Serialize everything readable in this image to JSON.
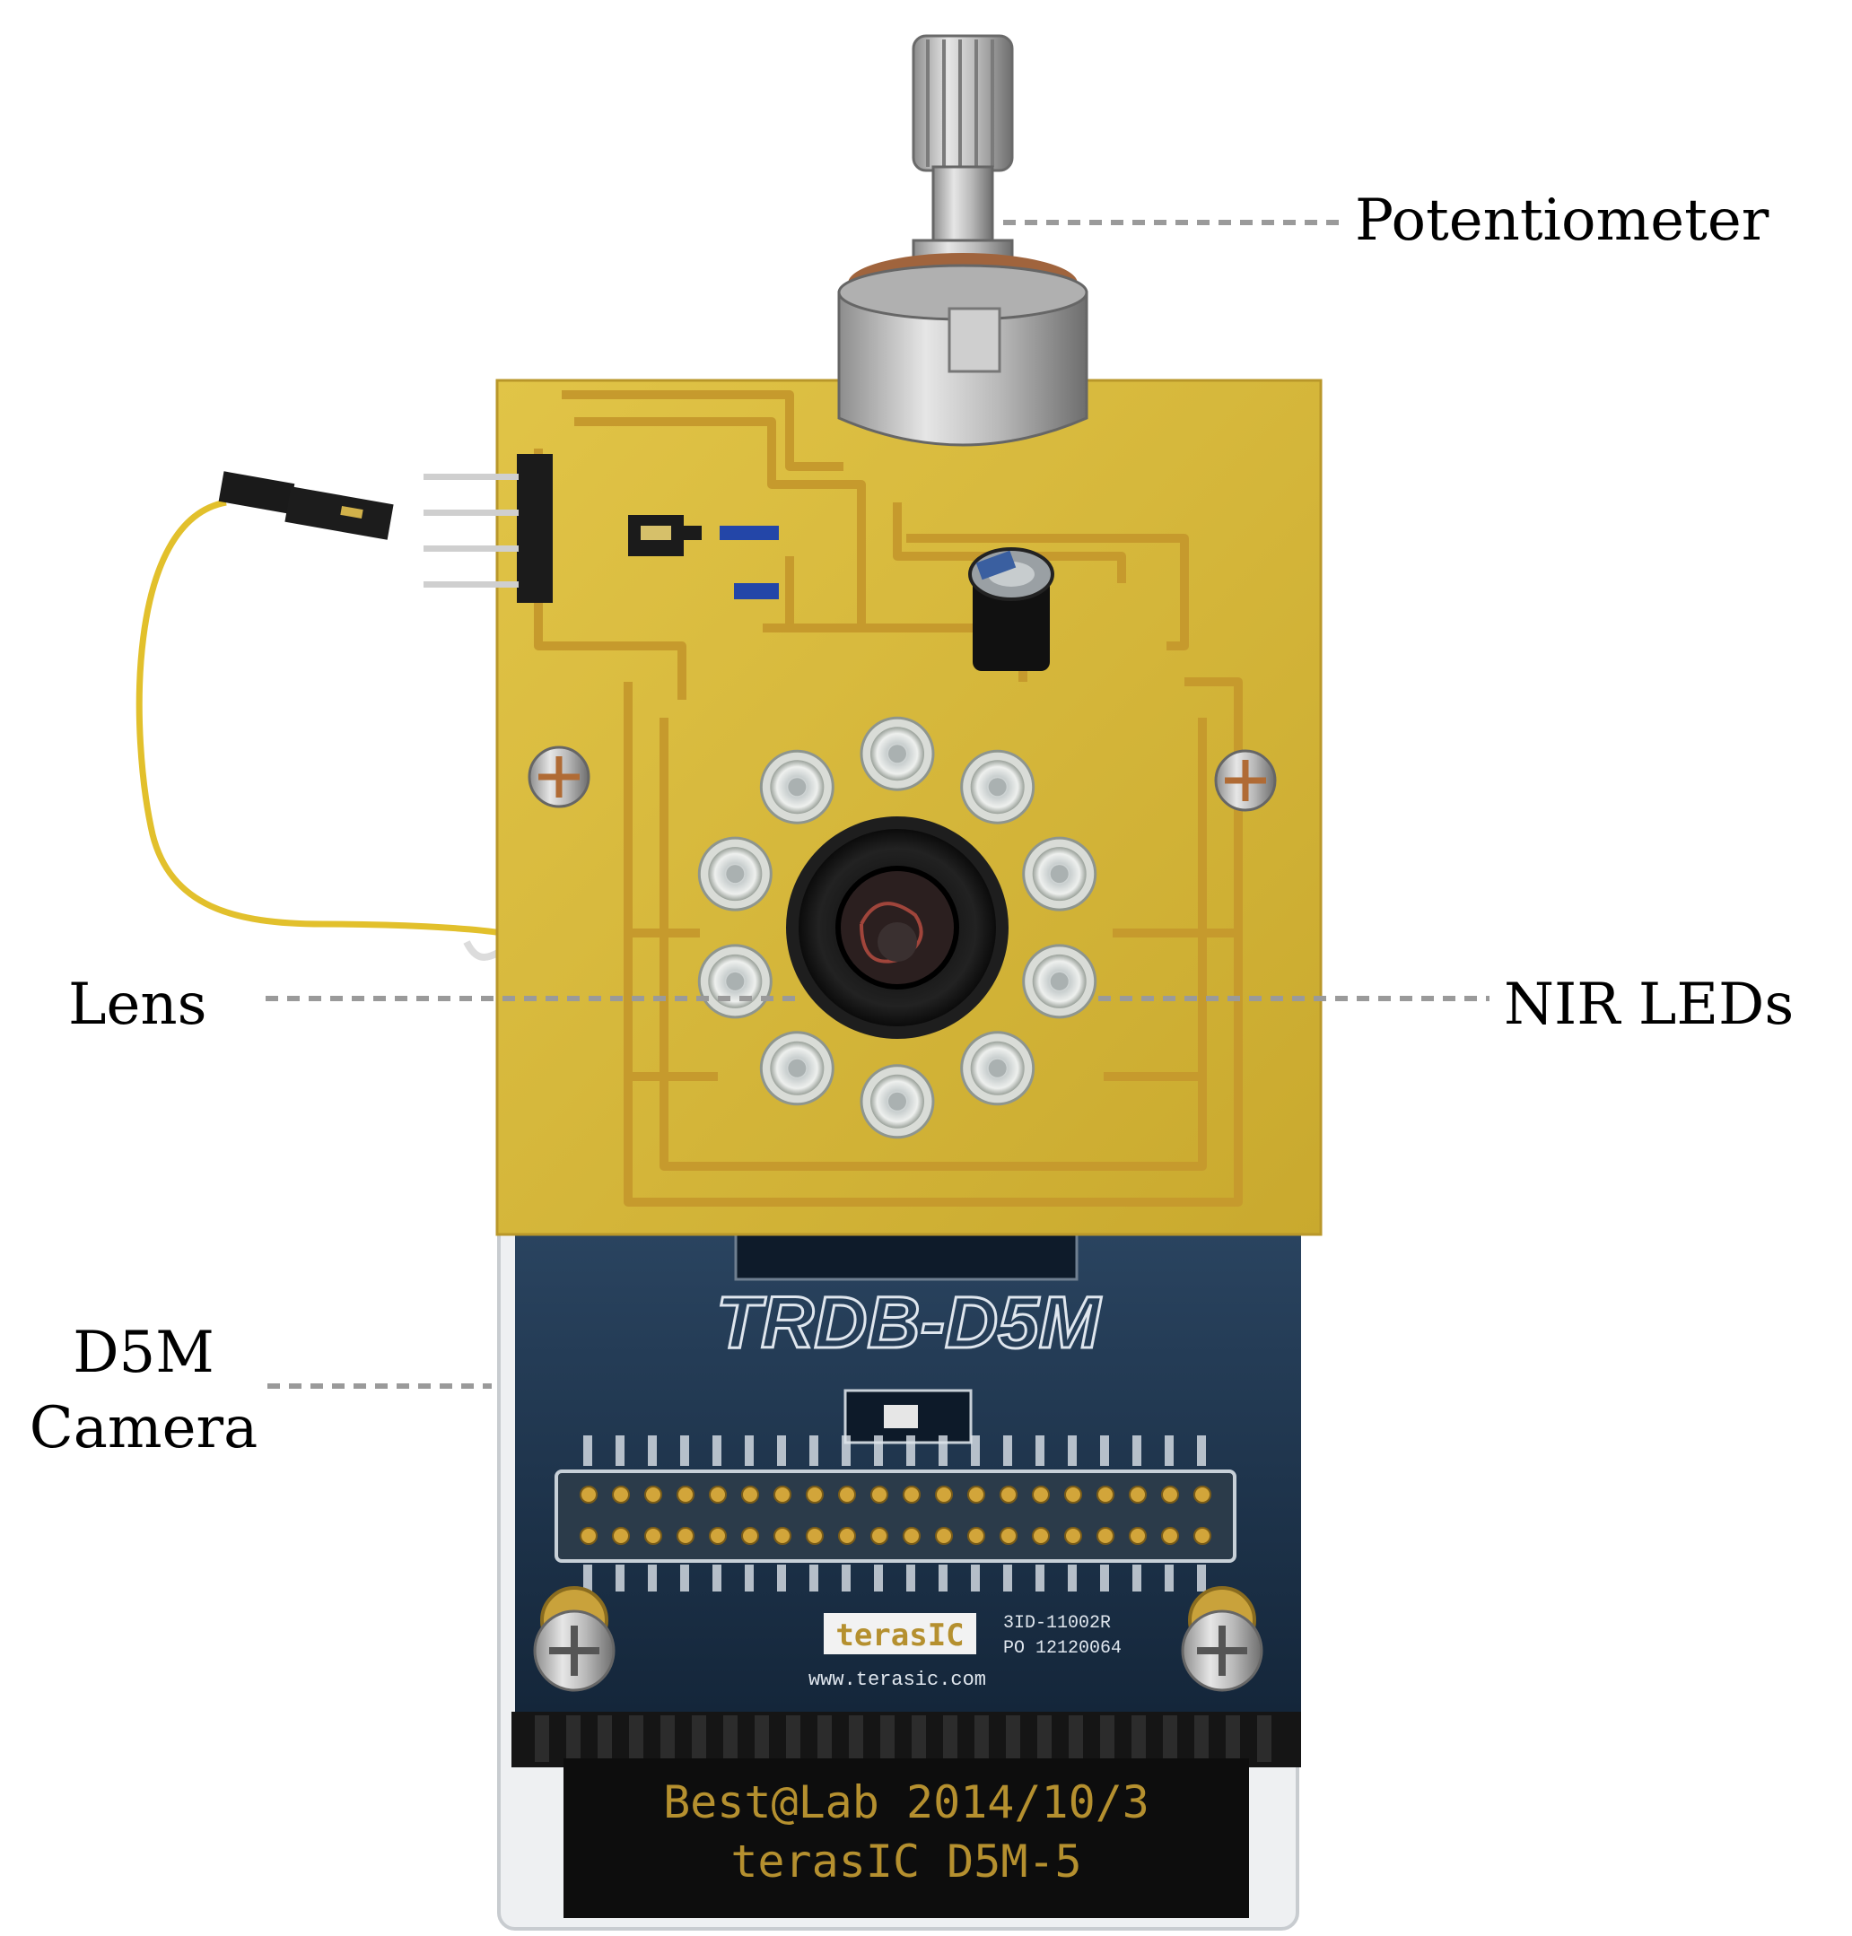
{
  "labels": {
    "potentiometer": "Potentiometer",
    "lens": "Lens",
    "nir_leds": "NIR LEDs",
    "camera_line1": "D5M",
    "camera_line2": "Camera"
  },
  "board_text": {
    "model": "TRDB-D5M",
    "brand": "terasIC",
    "website": "www.terasic.com",
    "part_no": "3ID-11002R",
    "po_no": "PO 12120064",
    "plate_line1": "Best@Lab  2014/10/3",
    "plate_line2": "terasIC   D5M-5"
  },
  "colors": {
    "pcb_yellow": "#d8b93a",
    "pcb_blue": "#1f3550",
    "label_text": "#000000",
    "leader_line": "#9a9a9a"
  },
  "icons": [
    "potentiometer-icon",
    "nir-led-icon",
    "lens-icon",
    "camera-board-icon"
  ]
}
